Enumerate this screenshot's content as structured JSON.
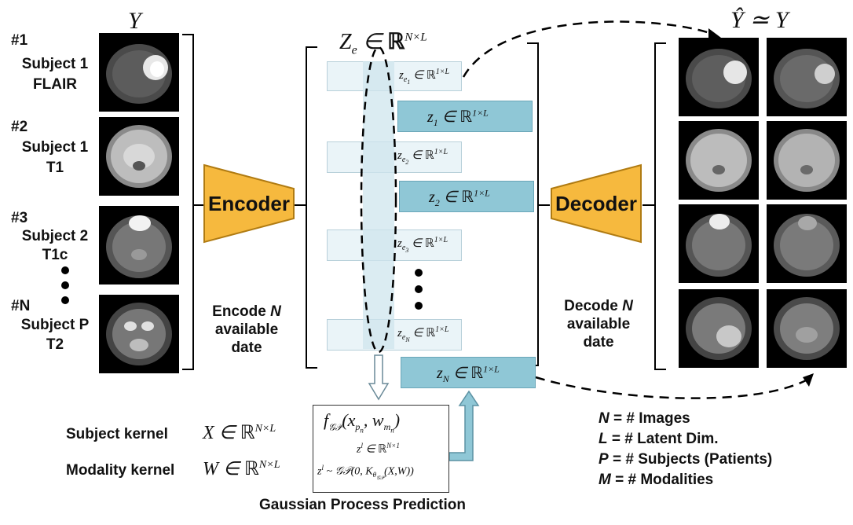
{
  "input": {
    "header": "Y",
    "rows": [
      {
        "id": "#1",
        "subject": "Subject 1",
        "modality": "FLAIR"
      },
      {
        "id": "#2",
        "subject": "Subject 1",
        "modality": "T1"
      },
      {
        "id": "#3",
        "subject": "Subject 2",
        "modality": "T1c"
      },
      {
        "id": "#N",
        "subject": "Subject P",
        "modality": "T2"
      }
    ]
  },
  "encoder": {
    "label": "Encoder",
    "caption_line1": "Encode",
    "caption_var": "N",
    "caption_line2": "available",
    "caption_line3": "date"
  },
  "latent": {
    "header": "Z_e ∈ ℝ^{N×L}",
    "encoded": [
      {
        "sub": "1"
      },
      {
        "sub": "2"
      },
      {
        "sub": "3"
      },
      {
        "sub": "N"
      }
    ],
    "predicted": [
      {
        "sub": "1"
      },
      {
        "sub": "2"
      },
      {
        "sub": "N"
      }
    ],
    "space": "ℝ",
    "dim_small": "1×L"
  },
  "decoder": {
    "label": "Decoder",
    "caption_line1": "Decode",
    "caption_var": "N",
    "caption_line2": "available",
    "caption_line3": "date"
  },
  "output": {
    "header": "Ŷ ≃ Y"
  },
  "gp": {
    "subject_kernel_label": "Subject kernel",
    "subject_kernel_expr": "X ∈ ℝ^{N×L}",
    "modality_kernel_label": "Modality kernel",
    "modality_kernel_expr": "W ∈ ℝ^{N×L}",
    "caption": "Gaussian Process Prediction"
  },
  "legend": [
    {
      "sym": "N",
      "text": "= # Images"
    },
    {
      "sym": "L",
      "text": "= # Latent Dim."
    },
    {
      "sym": "P",
      "text": "= # Subjects (Patients)"
    },
    {
      "sym": "M",
      "text": "= # Modalities"
    }
  ],
  "colors": {
    "encoder": "#f6b93e",
    "latent_light": "#eaf4f8",
    "latent_dark": "#8fc7d6"
  }
}
